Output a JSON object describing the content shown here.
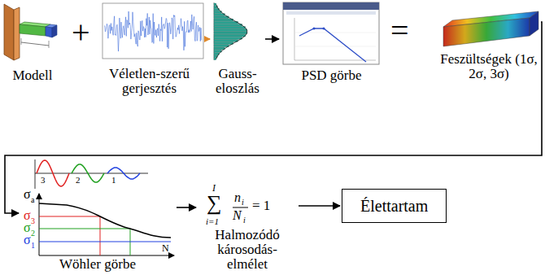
{
  "diagram": {
    "nodes": [
      {
        "text": [
          "Modell"
        ]
      },
      {
        "text": [
          "Véletlen-szerű gerjesztés"
        ]
      },
      {
        "text": [
          "Gauss-eloszlás"
        ]
      },
      {
        "text": [
          "PSD görbe"
        ]
      },
      {
        "text": [
          "Feszültségek (1σ, 2σ, 3σ)"
        ]
      },
      {
        "text": [
          "Wöhler görbe"
        ]
      },
      {
        "text": [
          "Halmozódó károsodás-elmélet"
        ]
      },
      {
        "text": [
          "Élettartam"
        ]
      }
    ],
    "edges": [
      {
        "from": 1,
        "to": 2,
        "arrow": "to"
      },
      {
        "from": 2,
        "to": 3,
        "arrow": "to"
      },
      {
        "from": 4,
        "to": 5,
        "arrow": "to"
      },
      {
        "from": 5,
        "to": 6,
        "arrow": "to"
      },
      {
        "from": 6,
        "to": 7,
        "arrow": "to"
      }
    ],
    "labels": [
      "+",
      "=",
      "3",
      "2",
      "1",
      "σ",
      "a",
      "σ",
      "3",
      "σ",
      "2",
      "σ",
      "1",
      "N",
      "∑",
      "I",
      "i=1",
      "n",
      "i",
      "N",
      "i",
      "= 1"
    ]
  }
}
